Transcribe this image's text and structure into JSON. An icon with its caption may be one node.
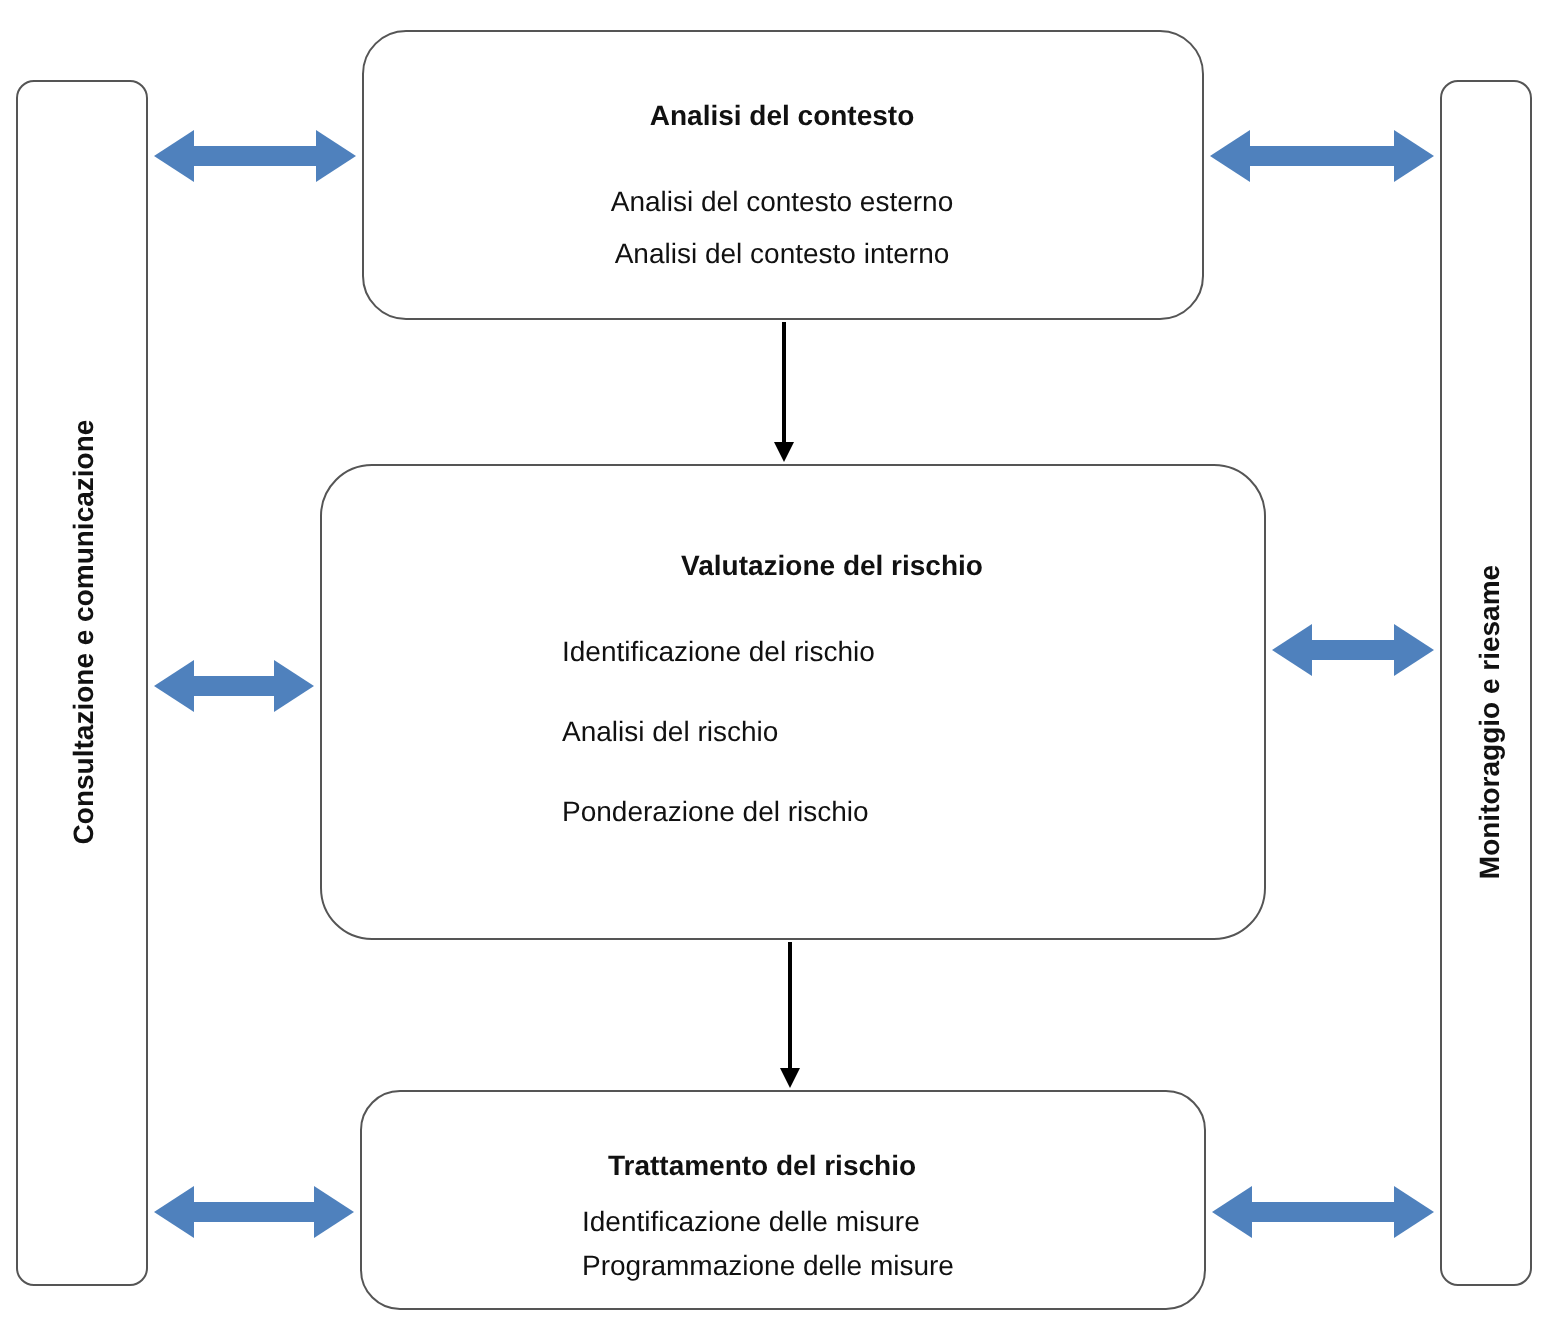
{
  "diagram": {
    "nodes": [
      {
        "text": [
          "Consultazione e comunicazione"
        ]
      },
      {
        "text": [
          "Analisi del contesto",
          "Analisi del contesto esterno",
          "Analisi del contesto interno"
        ]
      },
      {
        "text": [
          "Valutazione del rischio",
          "Identificazione del rischio",
          "Analisi del rischio",
          "Ponderazione del rischio"
        ]
      },
      {
        "text": [
          "Trattamento del rischio",
          "Identificazione delle misure",
          "Programmazione delle misure"
        ]
      },
      {
        "text": [
          "Monitoraggio e riesame"
        ]
      }
    ],
    "edges": [
      {
        "from": 0,
        "to": 1,
        "arrow": "both"
      },
      {
        "from": 1,
        "to": 4,
        "arrow": "both"
      },
      {
        "from": 1,
        "to": 2,
        "arrow": "to",
        "color": "#000000"
      },
      {
        "from": 0,
        "to": 2,
        "arrow": "both"
      },
      {
        "from": 2,
        "to": 4,
        "arrow": "both"
      },
      {
        "from": 2,
        "to": 3,
        "arrow": "to",
        "color": "#000000"
      },
      {
        "from": 0,
        "to": 3,
        "arrow": "both"
      },
      {
        "from": 3,
        "to": 4,
        "arrow": "both"
      }
    ]
  }
}
